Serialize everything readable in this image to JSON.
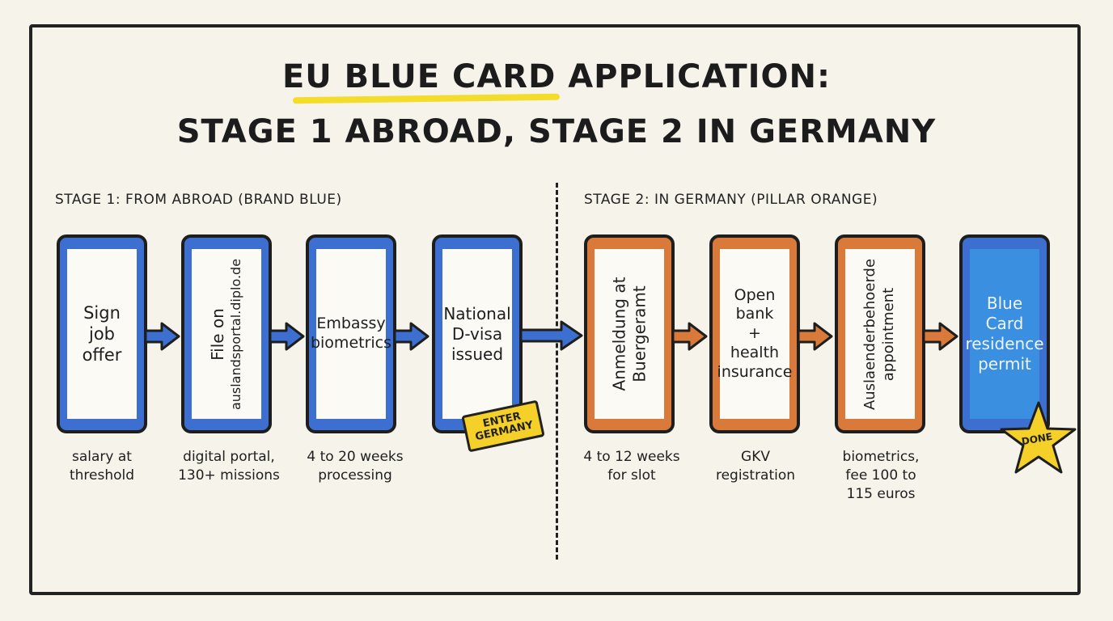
{
  "title": {
    "line1": "EU BLUE CARD APPLICATION:",
    "line2": "STAGE 1 ABROAD, STAGE 2 IN GERMANY"
  },
  "stages": {
    "stage1": "STAGE 1: FROM ABROAD (BRAND BLUE)",
    "stage2": "STAGE 2: IN GERMANY (PILLAR ORANGE)"
  },
  "colors": {
    "stage1_blue": "#3d6fd1",
    "stage2_orange": "#d97a3a",
    "final_fill": "#3a8fe0",
    "badge_yellow": "#f5d028",
    "highlight": "#f3dc2a"
  },
  "steps": [
    {
      "label": "Sign job offer",
      "lines": [
        "Sign",
        "job",
        "offer"
      ],
      "note": [
        "salary at",
        "threshold"
      ],
      "stage": 1
    },
    {
      "label": "File on auslandsportal.diplo.de",
      "lines": [
        "File on",
        "auslandsportal.diplo.de"
      ],
      "note": [
        "digital portal,",
        "130+ missions"
      ],
      "stage": 1
    },
    {
      "label": "Embassy biometrics",
      "lines": [
        "Embassy",
        "biometrics"
      ],
      "note": [
        "4 to 20 weeks",
        "processing"
      ],
      "stage": 1
    },
    {
      "label": "National D-visa issued",
      "lines": [
        "National",
        "D-visa",
        "issued"
      ],
      "note": [],
      "stage": 1
    },
    {
      "label": "Anmeldung at Buergeramt",
      "lines": [
        "Anmeldung at",
        "Buergeramt"
      ],
      "note": [
        "4 to 12 weeks",
        "for slot"
      ],
      "stage": 2
    },
    {
      "label": "Open bank + health insurance",
      "lines": [
        "Open",
        "bank",
        "+",
        "health",
        "insurance"
      ],
      "note": [
        "GKV",
        "registration"
      ],
      "stage": 2
    },
    {
      "label": "Auslaenderbehoerde appointment",
      "lines": [
        "Auslaenderbehoerde",
        "appointment"
      ],
      "note": [
        "biometrics,",
        "fee 100 to",
        "115 euros"
      ],
      "stage": 2
    },
    {
      "label": "Blue Card residence permit",
      "lines": [
        "Blue",
        "Card",
        "residence",
        "permit"
      ],
      "note": [],
      "stage": 2
    }
  ],
  "badges": {
    "enter": [
      "ENTER",
      "GERMANY"
    ],
    "done": "DONE"
  }
}
